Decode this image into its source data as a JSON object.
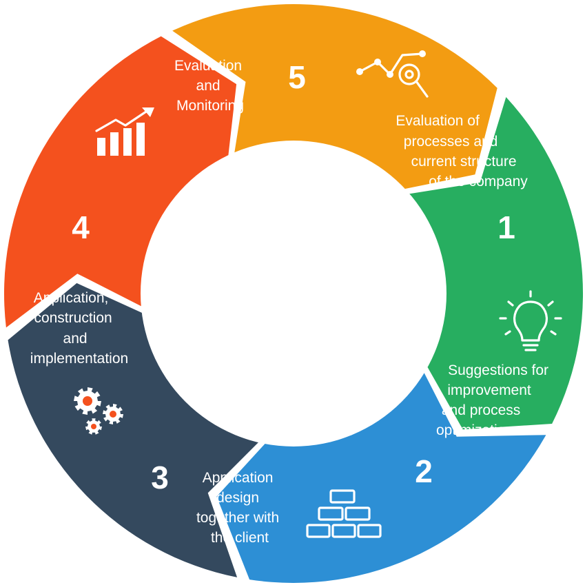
{
  "colors": {
    "step1": "#27AE60",
    "step2": "#2D8FD5",
    "step3": "#34495E",
    "step4": "#F4511E",
    "step5": "#F39C12",
    "center": "#ffffff",
    "text": "#ffffff"
  },
  "steps": [
    {
      "number": "1",
      "lines": [
        "Evaluation of",
        "processes and",
        "current structure",
        "of the company"
      ],
      "icon": "magnifier-chart-icon"
    },
    {
      "number": "2",
      "lines": [
        "Suggestions for",
        "improvement",
        "and process",
        "optimization"
      ],
      "icon": "lightbulb-icon"
    },
    {
      "number": "3",
      "lines": [
        "Application",
        "design",
        "together with",
        "the client"
      ],
      "icon": "bricks-icon"
    },
    {
      "number": "4",
      "lines": [
        "Application,",
        "construction",
        "and",
        "implementation"
      ],
      "icon": "gears-icon"
    },
    {
      "number": "5",
      "lines": [
        "Evaluation",
        "and",
        "Monitoring"
      ],
      "icon": "growth-chart-icon"
    }
  ]
}
